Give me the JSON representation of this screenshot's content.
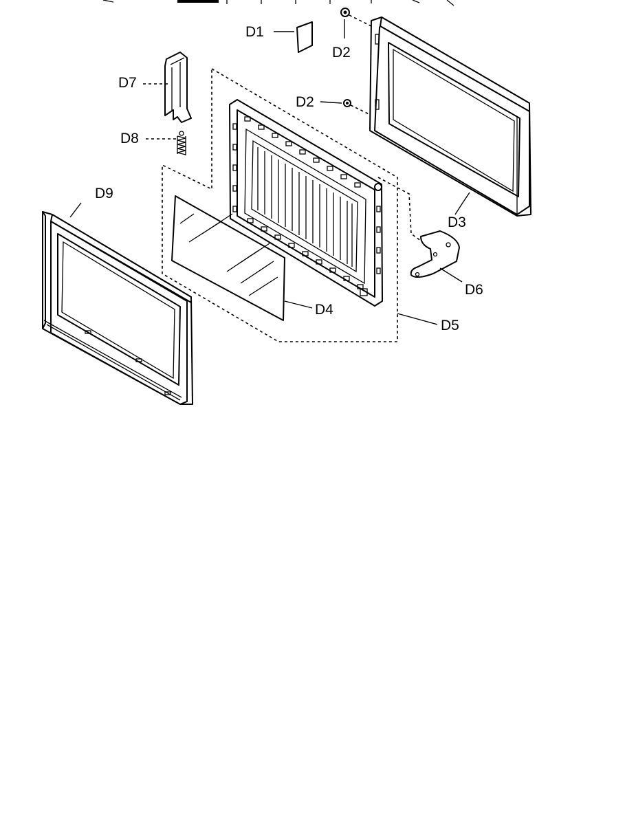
{
  "callouts": {
    "d1": "D1",
    "d2_top": "D2",
    "d2_mid": "D2",
    "d3": "D3",
    "d4": "D4",
    "d5": "D5",
    "d6": "D6",
    "d7": "D7",
    "d8": "D8",
    "d9": "D9"
  }
}
